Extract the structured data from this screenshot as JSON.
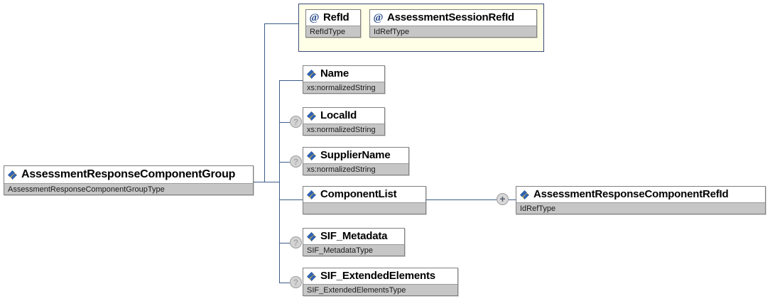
{
  "diagram": {
    "kind": "xml-schema-tree",
    "root": {
      "name": "AssessmentResponseComponentGroup",
      "type": "AssessmentResponseComponentGroupType",
      "icon": "element-icon"
    },
    "attribute_group": {
      "attributes": [
        {
          "name": "RefId",
          "type": "RefIdType",
          "icon": "attribute-icon"
        },
        {
          "name": "AssessmentSessionRefId",
          "type": "IdRefType",
          "icon": "attribute-icon"
        }
      ]
    },
    "children": [
      {
        "name": "Name",
        "type": "xs:normalizedString",
        "optional": false,
        "marker": "",
        "icon": "element-icon"
      },
      {
        "name": "LocalId",
        "type": "xs:normalizedString",
        "optional": true,
        "marker": "?",
        "icon": "element-icon"
      },
      {
        "name": "SupplierName",
        "type": "xs:normalizedString",
        "optional": true,
        "marker": "?",
        "icon": "element-icon"
      },
      {
        "name": "ComponentList",
        "type": "",
        "optional": false,
        "marker": "",
        "icon": "element-icon"
      },
      {
        "name": "SIF_Metadata",
        "type": "SIF_MetadataType",
        "optional": true,
        "marker": "?",
        "icon": "element-icon"
      },
      {
        "name": "SIF_ExtendedElements",
        "type": "SIF_ExtendedElementsType",
        "optional": true,
        "marker": "?",
        "icon": "element-icon"
      }
    ],
    "grandchildren": [
      {
        "name": "AssessmentResponseComponentRefId",
        "type": "IdRefType",
        "marker": "+",
        "icon": "element-icon",
        "parent": "ComponentList"
      }
    ],
    "colors": {
      "line": "#3c5c88",
      "type_row": "#c6c6c6",
      "attr_group_bg": "#ffffe8",
      "attr_group_border": "#3a4a7a",
      "box_border": "#808080",
      "marker": "#d4d4d4"
    }
  }
}
